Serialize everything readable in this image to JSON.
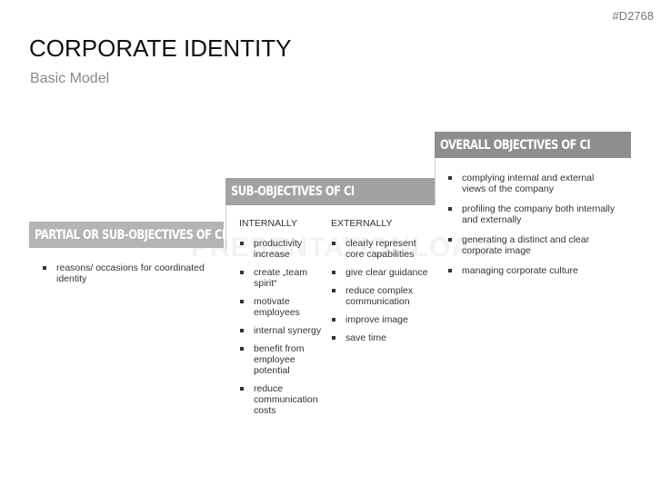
{
  "slide_code": "#D2768",
  "title": "CORPORATE IDENTITY",
  "subtitle": "Basic Model",
  "watermark": "PRESENTATIONLOAD",
  "colors": {
    "bar_partial": "#b4b4b4",
    "bar_sub": "#a2a2a2",
    "bar_overall": "#8e8e8e"
  },
  "partial": {
    "heading": "PARTIAL OR SUB-OBJECTIVES OF CI",
    "items": [
      "reasons/ occasions for coordinated identity"
    ]
  },
  "sub": {
    "heading": "SUB-OBJECTIVES OF CI",
    "internally": {
      "label": "INTERNALLY",
      "items": [
        "productivity increase",
        "create „team spirit“",
        "motivate employees",
        "internal synergy",
        "benefit from employee potential",
        "reduce communication costs"
      ]
    },
    "externally": {
      "label": "EXTERNALLY",
      "items": [
        "clearly represent core capabilities",
        "give clear guidance",
        "reduce complex communication",
        "improve image",
        "save time"
      ]
    }
  },
  "overall": {
    "heading": "OVERALL OBJECTIVES OF CI",
    "items": [
      "complying internal and external views of the company",
      "profiling the company both internally and externally",
      "generating a distinct and clear corporate image",
      "managing corporate culture"
    ]
  }
}
